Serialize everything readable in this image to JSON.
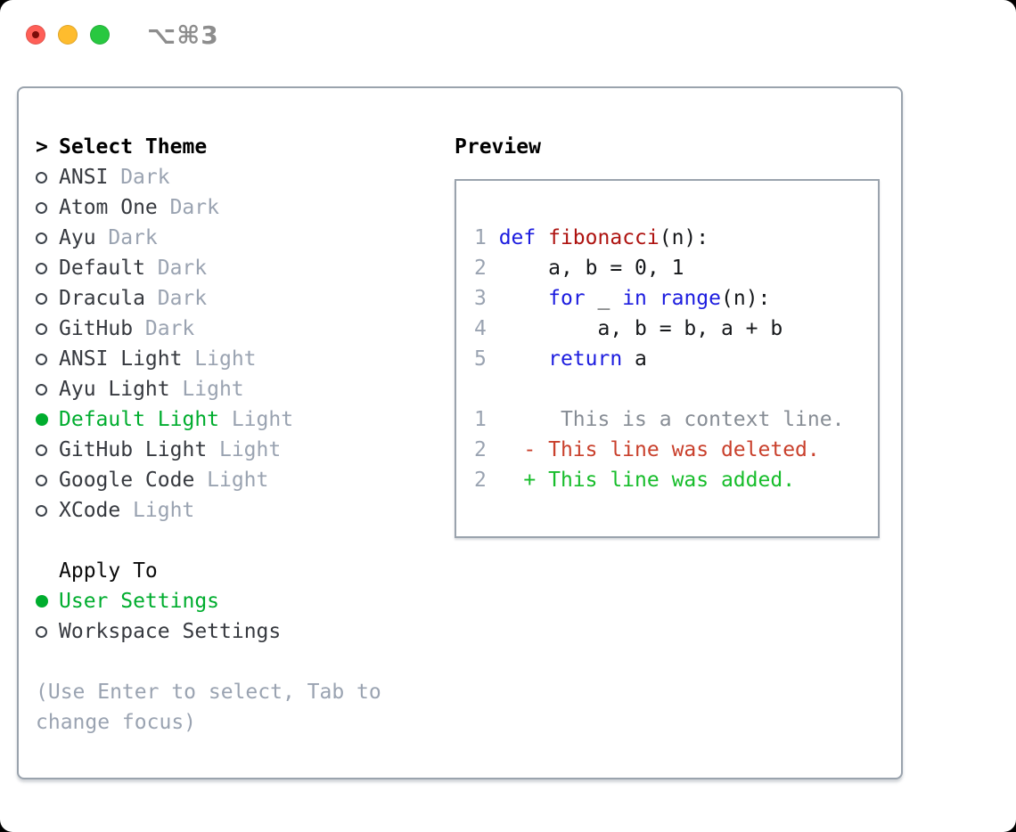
{
  "window": {
    "title": "⌥⌘3",
    "traffic_lights": [
      {
        "name": "close",
        "color": "#ff5f57",
        "dot": true
      },
      {
        "name": "minimize",
        "color": "#febc2e",
        "dot": false
      },
      {
        "name": "zoom",
        "color": "#28c840",
        "dot": false
      }
    ]
  },
  "sidebar": {
    "header": {
      "marker": ">",
      "label": "Select Theme"
    },
    "themes": [
      {
        "name": "ANSI",
        "variant": "Dark",
        "selected": false
      },
      {
        "name": "Atom One",
        "variant": "Dark",
        "selected": false
      },
      {
        "name": "Ayu",
        "variant": "Dark",
        "selected": false
      },
      {
        "name": "Default",
        "variant": "Dark",
        "selected": false
      },
      {
        "name": "Dracula",
        "variant": "Dark",
        "selected": false
      },
      {
        "name": "GitHub",
        "variant": "Dark",
        "selected": false
      },
      {
        "name": "ANSI Light",
        "variant": "Light",
        "selected": false
      },
      {
        "name": "Ayu Light",
        "variant": "Light",
        "selected": false
      },
      {
        "name": "Default Light",
        "variant": "Light",
        "selected": true
      },
      {
        "name": "GitHub Light",
        "variant": "Light",
        "selected": false
      },
      {
        "name": "Google Code",
        "variant": "Light",
        "selected": false
      },
      {
        "name": "XCode",
        "variant": "Light",
        "selected": false
      }
    ],
    "apply_to": {
      "header": "Apply To",
      "options": [
        {
          "name": "User Settings",
          "selected": true
        },
        {
          "name": "Workspace Settings",
          "selected": false
        }
      ]
    },
    "hint": "(Use Enter to select, Tab to change focus)"
  },
  "preview": {
    "label": "Preview",
    "colors": {
      "num": "#9aa3b1",
      "kw": "#1c1cdf",
      "fn": "#ae1310",
      "plain": "#16181b",
      "ctx": "#878d95",
      "del": "#c9402c",
      "add": "#17bd2b"
    },
    "lines": [
      [
        [
          "1 ",
          "num"
        ],
        [
          "def",
          "kw"
        ],
        [
          " ",
          "plain"
        ],
        [
          "fibonacci",
          "fn"
        ],
        [
          "(n):",
          "plain"
        ]
      ],
      [
        [
          "2 ",
          "num"
        ],
        [
          "    a, b = 0, 1",
          "plain"
        ]
      ],
      [
        [
          "3 ",
          "num"
        ],
        [
          "    ",
          "plain"
        ],
        [
          "for",
          "kw"
        ],
        [
          " _ ",
          "plain"
        ],
        [
          "in",
          "kw"
        ],
        [
          " ",
          "plain"
        ],
        [
          "range",
          "kw"
        ],
        [
          "(n):",
          "plain"
        ]
      ],
      [
        [
          "4 ",
          "num"
        ],
        [
          "        a, b = b, a + b",
          "plain"
        ]
      ],
      [
        [
          "5 ",
          "num"
        ],
        [
          "    ",
          "plain"
        ],
        [
          "return",
          "kw"
        ],
        [
          " a",
          "plain"
        ]
      ],
      [],
      [
        [
          "1",
          "num"
        ],
        [
          "      This is a context line.",
          "ctx"
        ]
      ],
      [
        [
          "2",
          "num"
        ],
        [
          "   - This line was deleted.",
          "del"
        ]
      ],
      [
        [
          "2",
          "num"
        ],
        [
          "   + This line was added.",
          "add"
        ]
      ]
    ]
  },
  "colors": {
    "selection_green": "#00ad2e",
    "muted_gray": "#9aa3b1",
    "text_dark": "#36393f",
    "border_gray": "#9aa3ad"
  }
}
